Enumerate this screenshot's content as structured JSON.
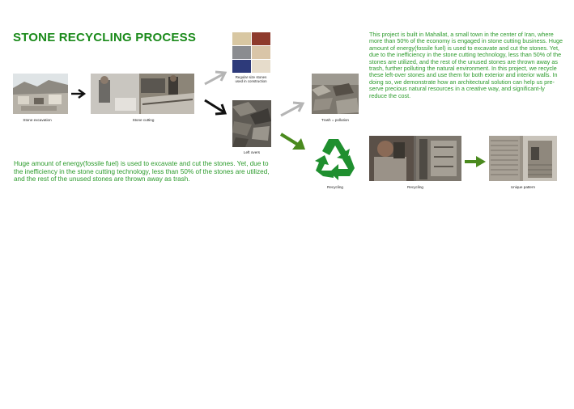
{
  "title": "STONE RECYCLING PROCESS",
  "intro": "This project is built in Mahallat, a small town in the center of Iran, where more than 50% of the economy is engaged in stone cutting business. Huge amount of energy(fossile fuel) is used to excavate and cut the stones. Yet, due to  the inefficiency in the stone cutting technology, less than 50% of the stones are utilized, and the rest of the unused stones are thrown away as trash, further polluting the natural environment. In this  project, we recycle these left-over stones and use them for both exterior and interior walls. In doing so, we demonstrate how an architectural solution can help us pre-serve precious natural resources in a creative way, and significant-ly reduce the cost.",
  "description": "Huge amount of energy(fossile fuel) is used to excavate and cut the stones. Yet, due to  the inefficiency in the stone cutting technology, less than 50% of the stones are utilized, and the rest of the unused stones are thrown away as trash.",
  "captions": {
    "excavation": "Stone excavation",
    "cutting": "Stone cutting",
    "regular_line1": "Regular size stones",
    "regular_line2": "used in construction",
    "leftovers": "Left overs",
    "trash": "Trash = pollution",
    "recycling_symbol": "Recycling",
    "recycling_photo": "Recycling",
    "pattern": "Unique pattern"
  },
  "colors": {
    "title_green": "#1a8a1a",
    "text_green": "#2a9a2a",
    "arrow_black": "#111111",
    "arrow_gray": "#b5b5b5",
    "arrow_green": "#4a8a1e",
    "recycle_green": "#1f8f2f"
  },
  "icons": [
    "arrow-right-icon",
    "arrow-up-right-icon",
    "arrow-down-right-icon",
    "recycle-icon"
  ]
}
